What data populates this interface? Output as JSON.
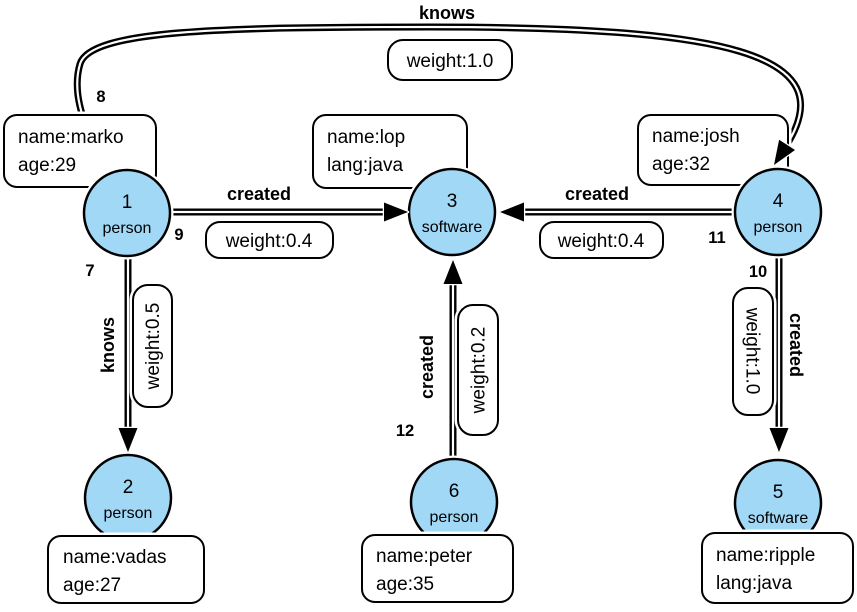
{
  "canvas": {
    "background": "#ffffff",
    "node_fill": "#A1D8F6",
    "edge_color": "#000000"
  },
  "nodes": {
    "n1": {
      "id": "1",
      "label": "person",
      "prop1": "name:marko",
      "prop2": "age:29"
    },
    "n2": {
      "id": "2",
      "label": "person",
      "prop1": "name:vadas",
      "prop2": "age:27"
    },
    "n3": {
      "id": "3",
      "label": "software",
      "prop1": "name:lop",
      "prop2": "lang:java"
    },
    "n4": {
      "id": "4",
      "label": "person",
      "prop1": "name:josh",
      "prop2": "age:32"
    },
    "n5": {
      "id": "5",
      "label": "software",
      "prop1": "name:ripple",
      "prop2": "lang:java"
    },
    "n6": {
      "id": "6",
      "label": "person",
      "prop1": "name:peter",
      "prop2": "age:35"
    }
  },
  "edges": {
    "e7": {
      "id": "7",
      "label": "knows",
      "weight": "weight:0.5"
    },
    "e8": {
      "id": "8",
      "label": "knows",
      "weight": "weight:1.0"
    },
    "e9": {
      "id": "9",
      "label": "created",
      "weight": "weight:0.4"
    },
    "e10": {
      "id": "10",
      "label": "created",
      "weight": "weight:1.0"
    },
    "e11": {
      "id": "11",
      "label": "created",
      "weight": "weight:0.4"
    },
    "e12": {
      "id": "12",
      "label": "created",
      "weight": "weight:0.2"
    }
  }
}
